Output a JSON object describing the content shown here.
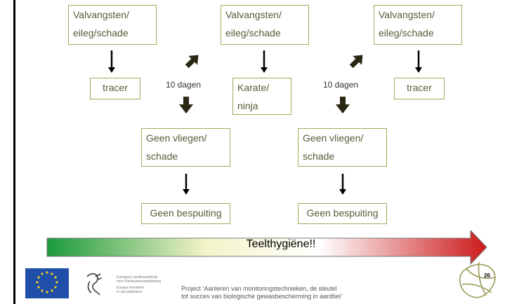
{
  "boxes": {
    "valvangsten_1": "Valvangsten/\neileg/schade",
    "valvangsten_2": "Valvangsten/\neileg/schade",
    "valvangsten_3": "Valvangsten/\neileg/schade",
    "tracer_1": "tracer",
    "karate": "Karate/\nninja",
    "tracer_2": "tracer",
    "geen_vliegen_1": "Geen vliegen/\nschade",
    "geen_vliegen_2": "Geen vliegen/\nschade",
    "geen_bespuiting_1": "Geen bespuiting",
    "geen_bespuiting_2": "Geen bespuiting"
  },
  "labels": {
    "interval_1": "10 dagen",
    "interval_2": "10 dagen"
  },
  "timeline": {
    "label": "Teelthygiëne!!",
    "colors": [
      "#1a9a3a",
      "#f3f3c8",
      "#ffffff",
      "#cc1a1a"
    ]
  },
  "footer": {
    "project_line1": "Project ‘Aanleren van monitoringstechnieken, de sleutel",
    "project_line2": "tot succes van biologische gewasbescherming in aardbei’",
    "fund_1": "Europees Landbouwfonds",
    "fund_2": "voor Plattelandsontwikkeling",
    "fund_3": "Europa investeert",
    "fund_4": "in zijn platteland",
    "page_number": "26"
  },
  "colors": {
    "box_border": "#a2a955",
    "eu_blue": "#1f4fa8",
    "eu_star": "#f7d117"
  }
}
